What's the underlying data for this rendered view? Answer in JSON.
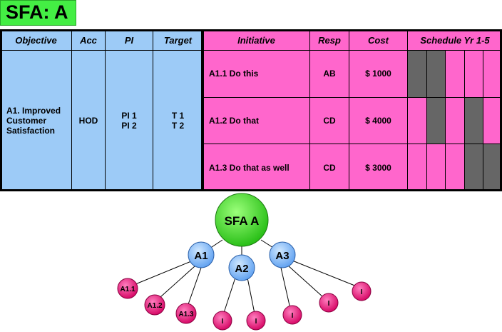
{
  "title": "SFA: A",
  "table": {
    "headers": [
      "Objective",
      "Acc",
      "PI",
      "Target",
      "Initiative",
      "Resp",
      "Cost",
      "Schedule Yr 1-5"
    ],
    "objective": "A1. Improved Customer Satisfaction",
    "acc": "HOD",
    "pi": [
      "PI 1",
      "PI 2"
    ],
    "target": [
      "T 1",
      "T 2"
    ],
    "initiatives": [
      {
        "name": "A1.1 Do this",
        "resp": "AB",
        "cost": "$ 1000",
        "schedule": [
          1,
          1,
          0,
          0,
          0
        ]
      },
      {
        "name": "A1.2 Do that",
        "resp": "CD",
        "cost": "$ 4000",
        "schedule": [
          0,
          1,
          0,
          1,
          0
        ]
      },
      {
        "name": "A1.3 Do that as well",
        "resp": "CD",
        "cost": "$ 3000",
        "schedule": [
          0,
          0,
          0,
          1,
          1
        ]
      }
    ]
  },
  "diagram": {
    "root": "SFA A",
    "level1": [
      "A1",
      "A2",
      "A3"
    ],
    "leaves": [
      "A1.1",
      "A1.2",
      "A1.3",
      "I",
      "I",
      "I",
      "I",
      "I"
    ],
    "colors": {
      "root": "#44dd22",
      "mid": "#7fb8f5",
      "leaf": "#e8106e"
    }
  }
}
